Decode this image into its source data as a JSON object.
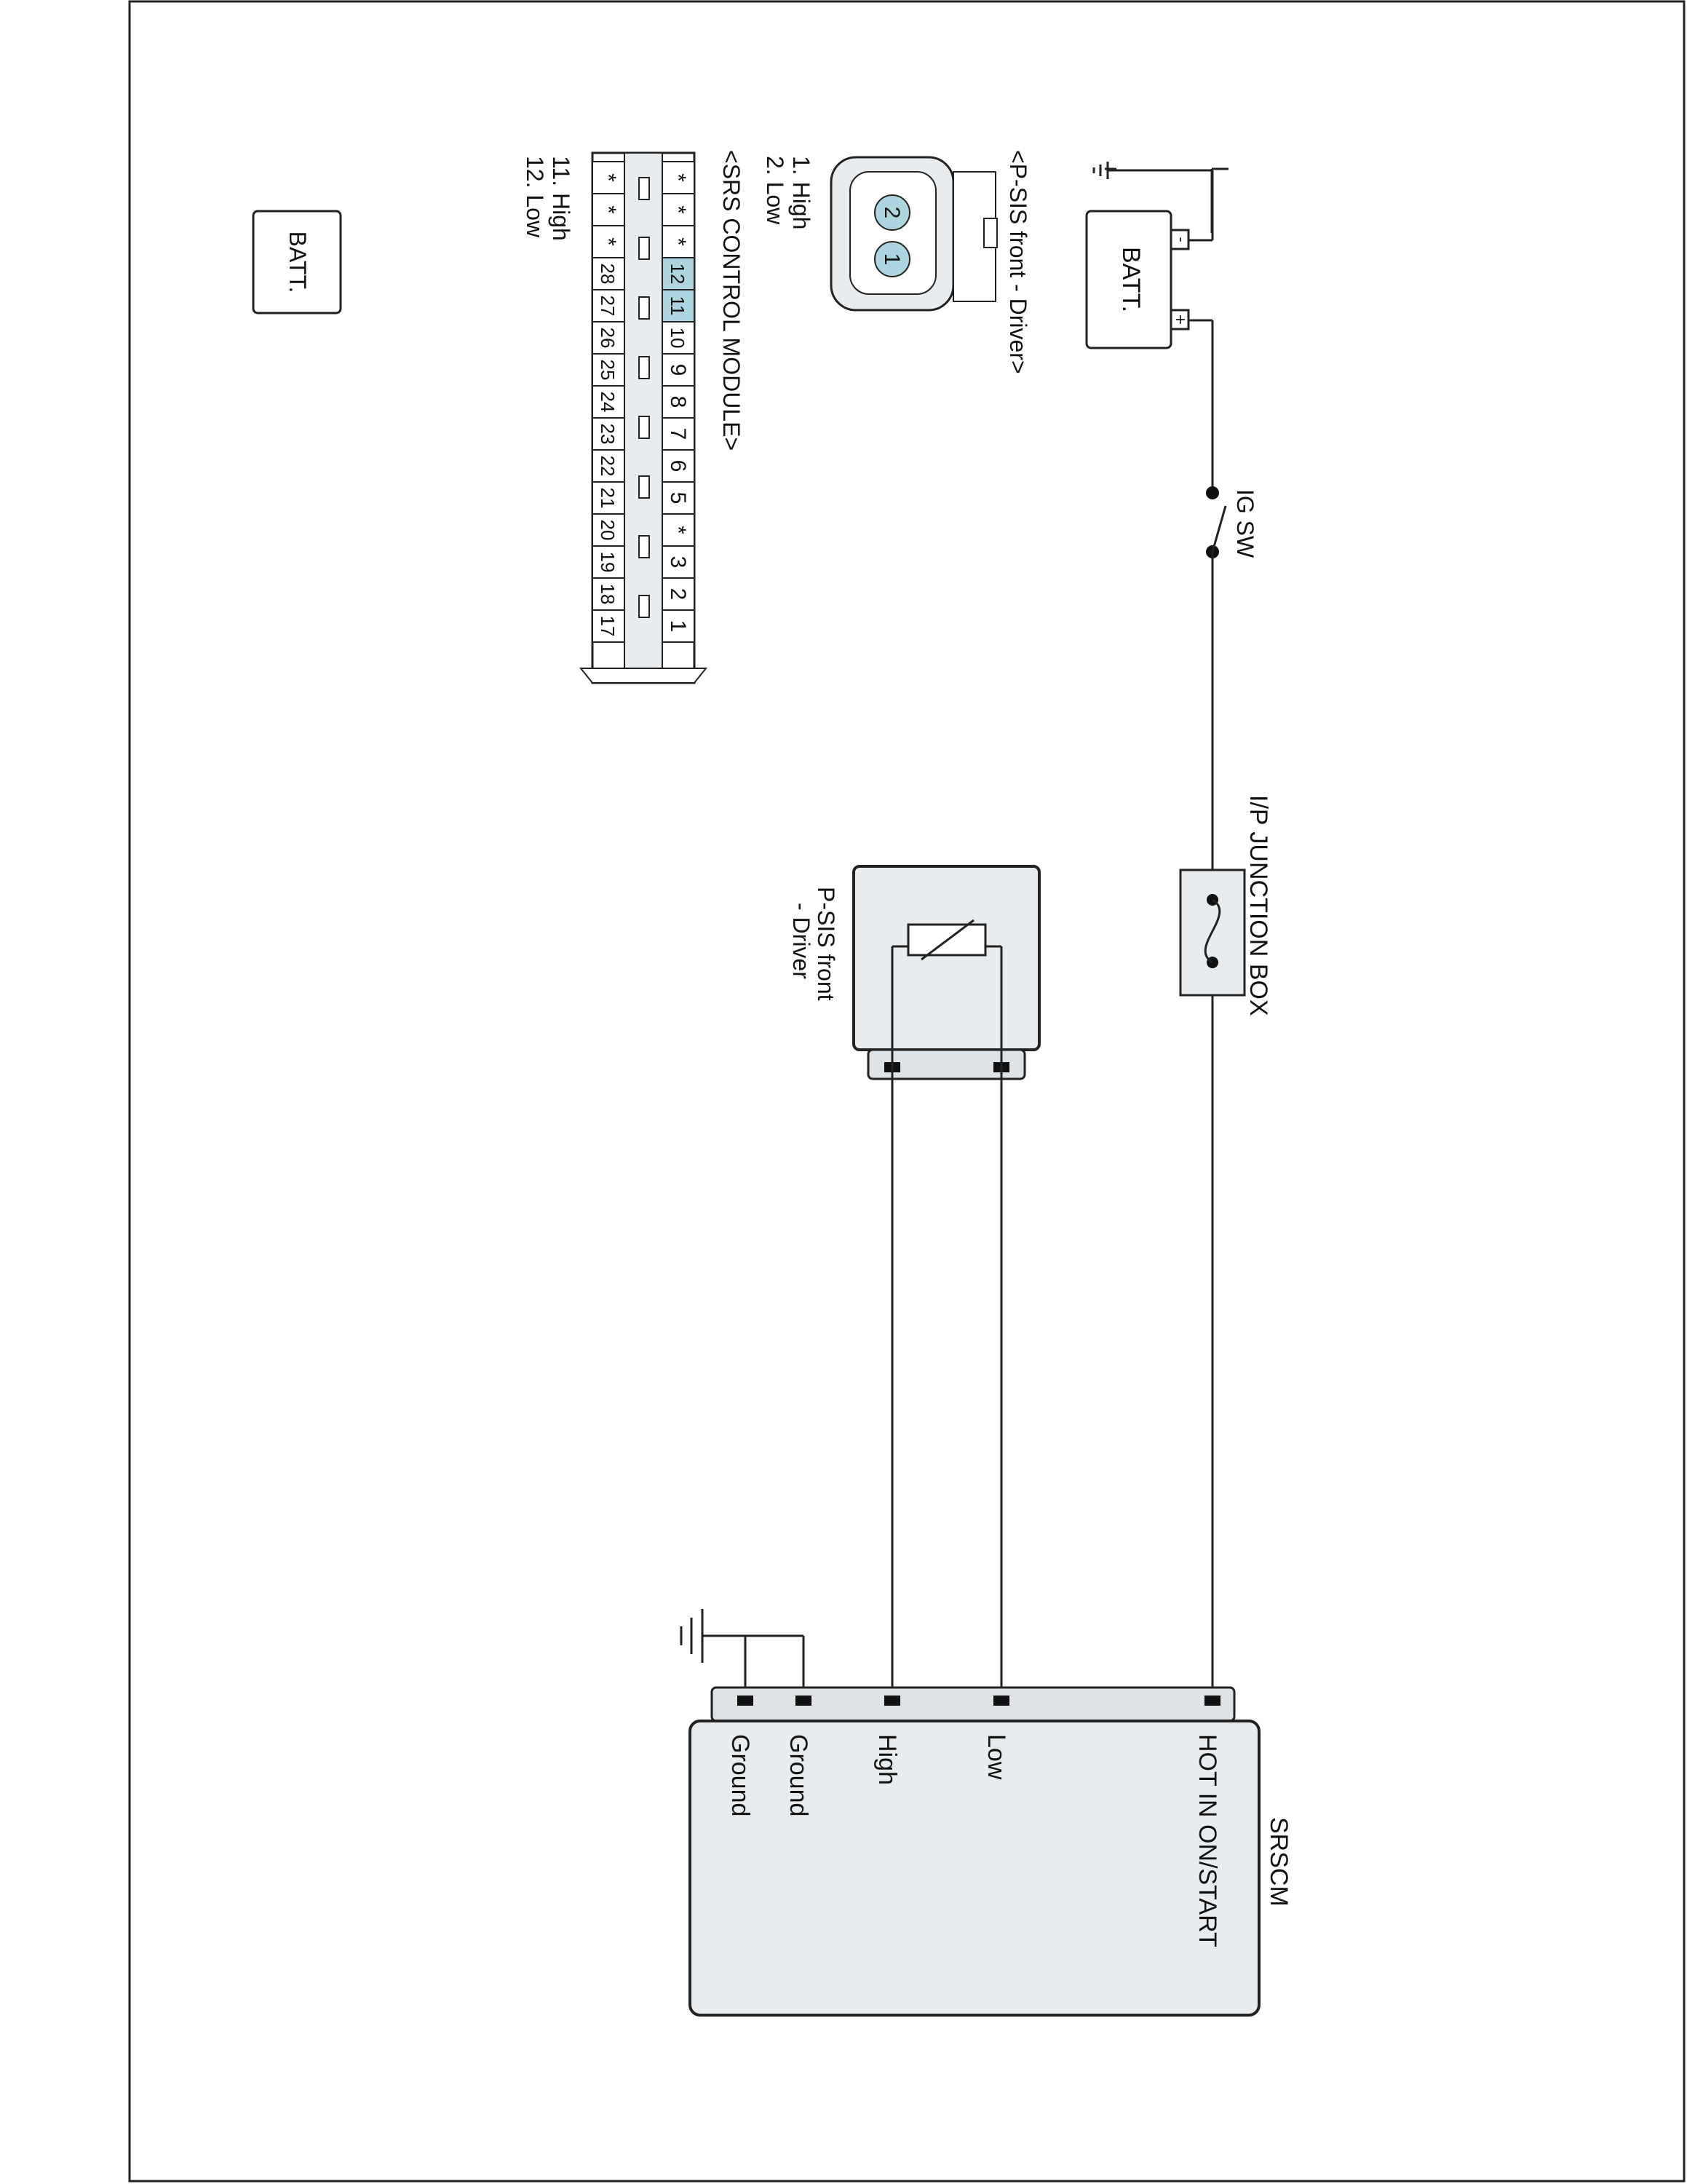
{
  "colors": {
    "module_fill": "#e8ecee",
    "connector_fill": "#dde3e6",
    "pin_highlight": "#aed4e0",
    "line": "#222222"
  },
  "battery": {
    "label": "BATT.",
    "minus": "-",
    "plus": "+"
  },
  "ignition_switch": {
    "label": "IG SW"
  },
  "junction_box": {
    "label": "I/P JUNCTION BOX"
  },
  "sensor": {
    "label_line1": "P-SIS front",
    "label_line2": "- Driver"
  },
  "srscm": {
    "title": "SRSCM",
    "pins": [
      "HOT IN ON/START",
      "Low",
      "High",
      "Ground",
      "Ground"
    ]
  },
  "psis_connector": {
    "title": "<P-SIS front - Driver>",
    "pin_numbers": [
      "2",
      "1"
    ],
    "legend": [
      "1. High",
      "2. Low"
    ]
  },
  "srs_connector": {
    "title": "<SRS CONTROL MODULE>",
    "top_row": [
      "*",
      "*",
      "*",
      "12",
      "11",
      "10",
      "9",
      "8",
      "7",
      "6",
      "5",
      "*",
      "3",
      "2",
      "1"
    ],
    "bottom_row": [
      "*",
      "*",
      "*",
      "28",
      "27",
      "26",
      "25",
      "24",
      "23",
      "22",
      "21",
      "20",
      "19",
      "18",
      "17"
    ],
    "legend": [
      "11. High",
      "12. Low"
    ]
  }
}
